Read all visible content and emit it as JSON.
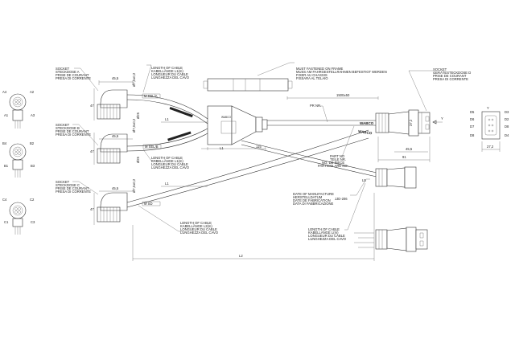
{
  "sockets": {
    "a": [
      "SOCKET",
      "STECKDOSE A",
      "PRISE DE COURANT",
      "PRESA DI CORRENTE"
    ],
    "b": [
      "SOCKET",
      "STECKDOSE B",
      "PRISE DE COURANT",
      "PRESA DI CORRENTE"
    ],
    "c": [
      "SOCKET",
      "STECKDOSE C",
      "PRISE DE COURANT",
      "PRESA DI CORRENTE"
    ],
    "d": [
      "SOCKET",
      "GERÄTESTECKDOSE D",
      "PRISE DE COURANT",
      "PRESA DI CORRENTE"
    ]
  },
  "cable_length": {
    "l1": [
      "LENGTH OF CABLE",
      "KABELLÄNGE L1(m)",
      "LONGUEUR DU CABLE",
      "LUNGHEZZA DEL CAVO"
    ],
    "l2": [
      "LENGTH OF CABLE",
      "KABELLÄNGE L2(m)",
      "LONGUEUR DU CABLE",
      "LUNGHEZZA DEL CAVO"
    ],
    "l": [
      "LENGTH OF CABLE",
      "KABELLÄNGE L(m)",
      "LONGUEUR DU CABLE",
      "LUNGHEZZA DEL CAVO"
    ]
  },
  "frame_note": [
    "MUST FASTENED ON FRAME",
    "MUSS AM FAHRGESTELLRAHMEN BEFESTIGT WERDEN",
    "FIXER AU CHASSIS",
    "FISSARA AL TELAIO"
  ],
  "part_no": [
    "PART NO",
    "TEILE NR.",
    "NO. DE PIECE",
    "PARTICOLARE NO."
  ],
  "pr_nr": "PR NR.",
  "date_note": [
    "DATE OF MANUFACTURE",
    "HERSTELLDATUM",
    "DATE DE FABRICATION",
    "DATA DI FABBRICAZIONE"
  ],
  "date_code": "JJD-206",
  "brand": "WABCO",
  "cable_tags": {
    "a": "M  SEL/A",
    "b": "M  SEL/B",
    "c": "M  SD"
  },
  "dims": {
    "w455": "45,5",
    "h47": "47",
    "dia7": "Ø7,0±0,2",
    "dia25": "Ø25",
    "l1": "L1",
    "l2": "L2",
    "len115": "115",
    "len1500": "1500±50",
    "w455d": "45,5",
    "len91": "91",
    "h372": "37,2",
    "w272": "27,2",
    "l5": "L5",
    "y": "Y"
  },
  "pins": {
    "a": [
      "A4",
      "A2",
      "A1",
      "A3"
    ],
    "b": [
      "B4",
      "B2",
      "B1",
      "B3"
    ],
    "c": [
      "C4",
      "C2",
      "C1",
      "C3"
    ],
    "d_left": [
      "D5",
      "D6",
      "D7",
      "D8"
    ],
    "d_right": [
      "D3",
      "D2",
      "D8",
      "D4"
    ]
  }
}
